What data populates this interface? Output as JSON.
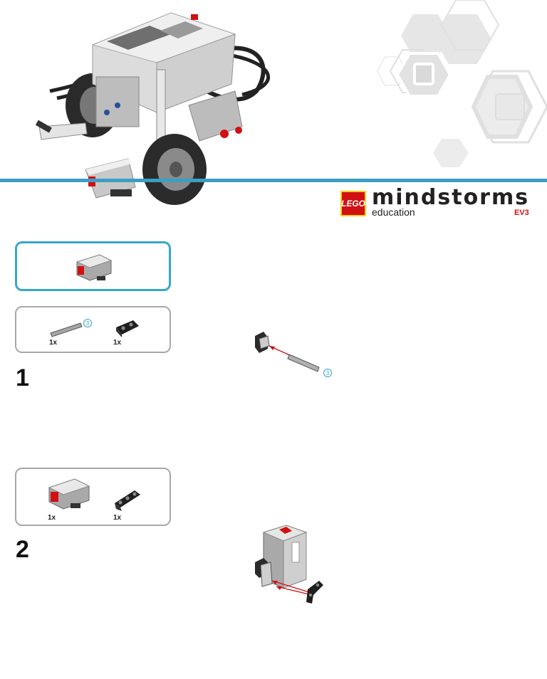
{
  "logo": {
    "badge": "LEGO",
    "brand": "mindstorms",
    "sub": "education",
    "product": "EV3"
  },
  "steps": [
    {
      "number": "1",
      "parts": [
        {
          "icon": "axle-3-icon",
          "qty": "1x",
          "length_label": "3"
        },
        {
          "icon": "double-connector-icon",
          "qty": "1x"
        }
      ],
      "assembly_label": "3"
    },
    {
      "number": "2",
      "parts": [
        {
          "icon": "touch-sensor-icon",
          "qty": "1x"
        },
        {
          "icon": "liftarm-icon",
          "qty": "1x"
        }
      ]
    }
  ],
  "colors": {
    "accent": "#3c9ec4",
    "lego_red": "#d01012",
    "lego_yellow": "#f7d117",
    "box_border": "#a8a8a8"
  }
}
